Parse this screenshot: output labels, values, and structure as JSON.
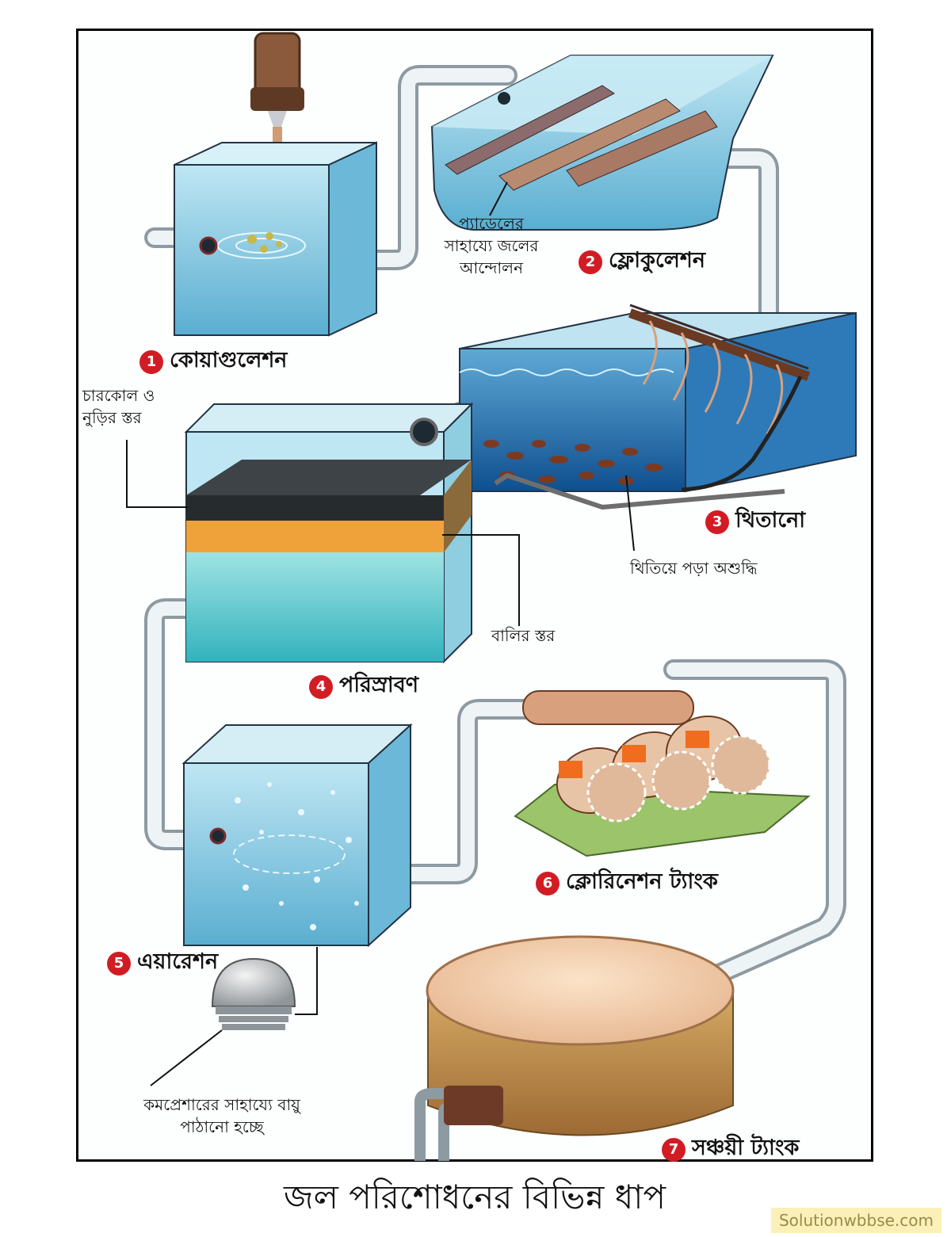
{
  "title": "জল পরিশোধনের বিভিন্ন ধাপ",
  "watermark": "Solutionwbbse.com",
  "steps": [
    {
      "number": "1",
      "label": "কোয়াগুলেশন"
    },
    {
      "number": "2",
      "label": "ফ্লোকুলেশন"
    },
    {
      "number": "3",
      "label": "থিতানো"
    },
    {
      "number": "4",
      "label": "পরিস্রাবণ"
    },
    {
      "number": "5",
      "label": "এয়ারেশন"
    },
    {
      "number": "6",
      "label": "ক্লোরিনেশন ট্যাংক"
    },
    {
      "number": "7",
      "label": "সঞ্চয়ী ট্যাংক"
    }
  ],
  "annotations": {
    "paddle_line1": "প্যাডেলের",
    "paddle_line2": "সাহায্যে জলের",
    "paddle_line3": "আন্দোলন",
    "charcoal_line1": "চারকোল ও",
    "charcoal_line2": "নুড়ির স্তর",
    "sand_layer": "বালির স্তর",
    "sediment": "থিতিয়ে পড়া অশুদ্ধি",
    "compressor_line1": "কমপ্রেশারের সাহায্যে বায়ু",
    "compressor_line2": "পাঠানো হচ্ছে"
  },
  "colors": {
    "water": "#7fc6e0",
    "water_dark": "#1f6fa8",
    "pipe": "#dfe6ea",
    "badge": "#d21c24",
    "charcoal": "#2a2e31",
    "sand": "#f0a23a",
    "tank": "#b98a4e"
  }
}
